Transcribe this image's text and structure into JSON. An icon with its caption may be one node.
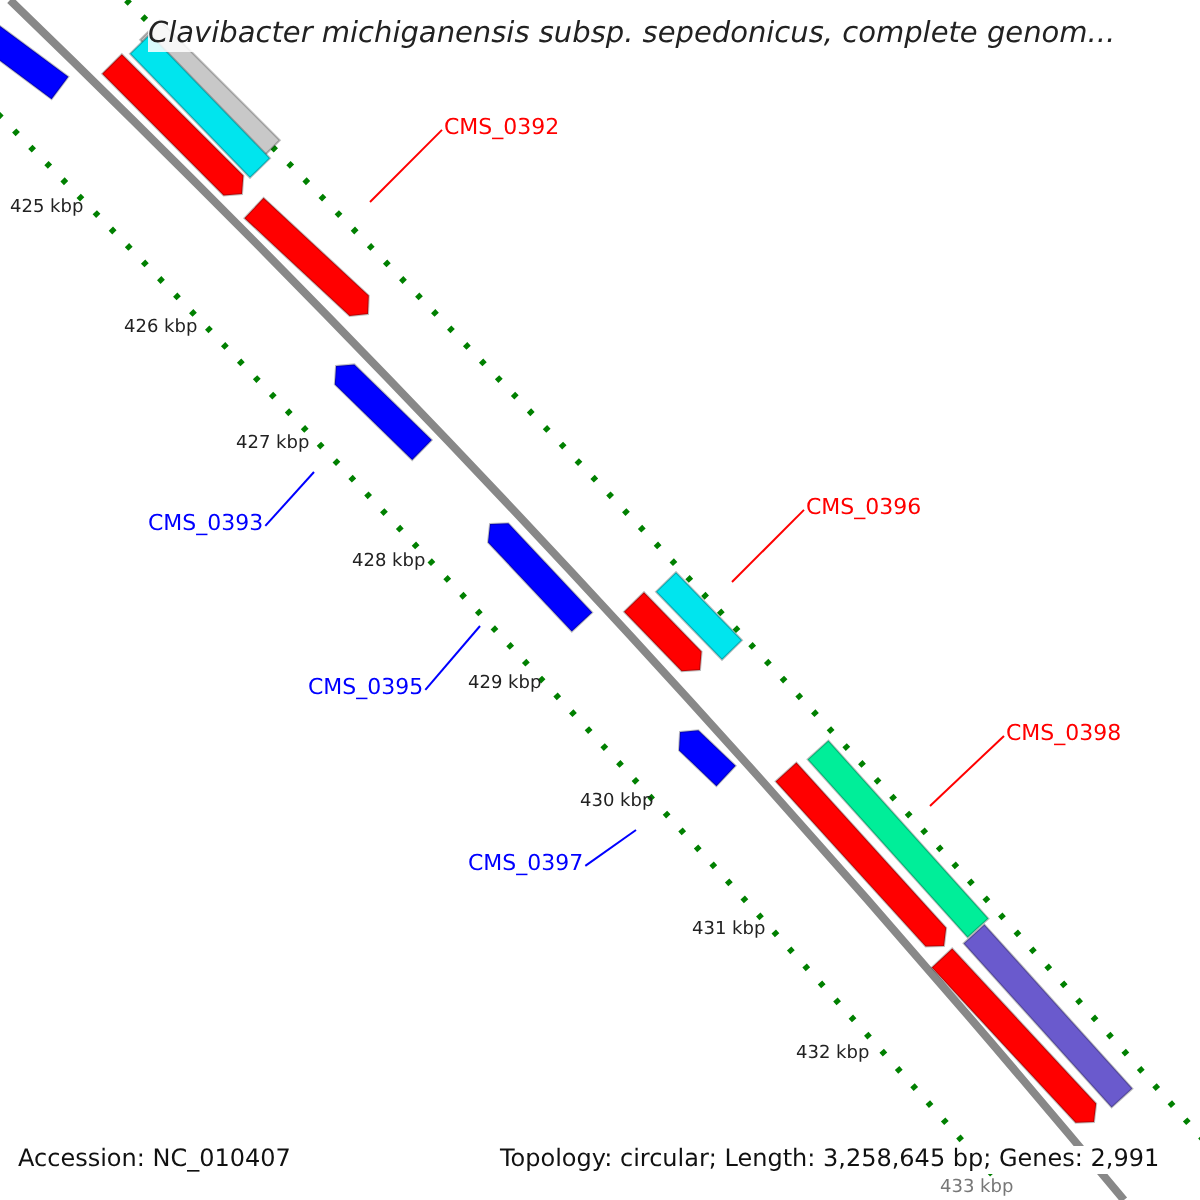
{
  "diagram": {
    "title": "Clavibacter michiganensis subsp. sepedonicus, complete genom...",
    "nodes": [
      {
        "text": [
          "CMS_0392"
        ]
      },
      {
        "text": [
          "CMS_0396"
        ]
      },
      {
        "text": [
          "CMS_0393"
        ]
      },
      {
        "text": [
          "CMS_0395"
        ]
      },
      {
        "text": [
          "CMS_0398"
        ]
      },
      {
        "text": [
          "CMS_0397"
        ]
      }
    ],
    "edges": [
      {
        "from": 0,
        "to": null,
        "arrow": "none",
        "color": "#ff0000"
      },
      {
        "from": 1,
        "to": null,
        "arrow": "none",
        "color": "#ff0000"
      },
      {
        "from": 2,
        "to": null,
        "arrow": "none",
        "color": "#0000ff"
      },
      {
        "from": 3,
        "to": null,
        "arrow": "none",
        "color": "#0000ff"
      },
      {
        "from": 4,
        "to": null,
        "arrow": "none",
        "color": "#ff0000"
      },
      {
        "from": 5,
        "to": null,
        "arrow": "none",
        "color": "#0000ff"
      }
    ],
    "labels": [
      "425 kbp",
      "426 kbp",
      "427 kbp",
      "428 kbp",
      "429 kbp",
      "430 kbp",
      "431 kbp",
      "432 kbp",
      "433 kbp",
      "Accession: NC_010407",
      "Topology: circular; Length: 3,258,645 bp; Genes: 2,991"
    ]
  }
}
